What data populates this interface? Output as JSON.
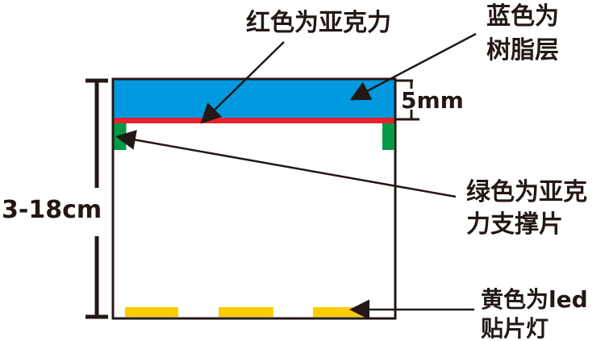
{
  "labels": {
    "red_line": "红色为亚克力",
    "resin_line1": "蓝色为",
    "resin_line2": "树脂层",
    "thickness": "5mm",
    "height": "3-18cm",
    "green_line1": "绿色为亚克",
    "green_line2": "力支撑片",
    "yellow_line1": "黄色为led",
    "yellow_line2": "贴片灯"
  },
  "colors": {
    "resin": "#0099e0",
    "acrylic": "#e6212a",
    "support": "#009944",
    "led": "#ffcc00",
    "outline": "#231815"
  }
}
